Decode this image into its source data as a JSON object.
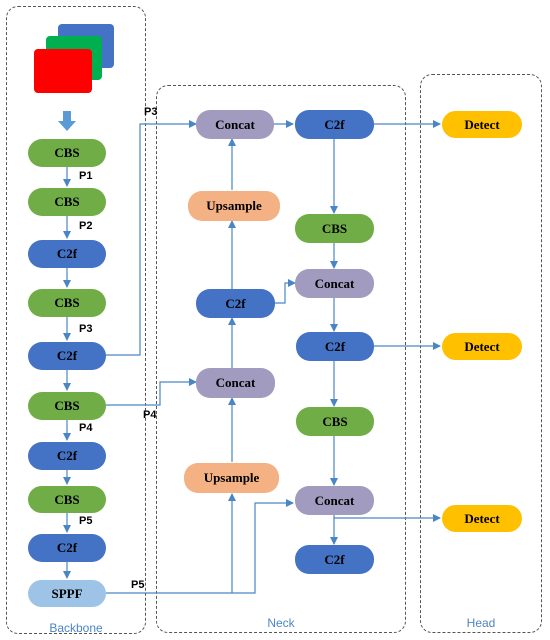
{
  "panels": {
    "backbone": "Backbone",
    "neck": "Neck",
    "head": "Head"
  },
  "nodes": {
    "cbs": "CBS",
    "c2f": "C2f",
    "concat": "Concat",
    "upsample": "Upsample",
    "detect": "Detect",
    "sppf": "SPPF"
  },
  "taps": {
    "p1": "P1",
    "p2": "P2",
    "p3": "P3",
    "p4": "P4",
    "p5": "P5"
  },
  "colors": {
    "cbs": "#70ad47",
    "c2f": "#4472c4",
    "concat": "#a09bbf",
    "upsample": "#f4b183",
    "detect": "#ffc000",
    "sppf": "#9dc3e6",
    "wire": "#4a86c5"
  }
}
